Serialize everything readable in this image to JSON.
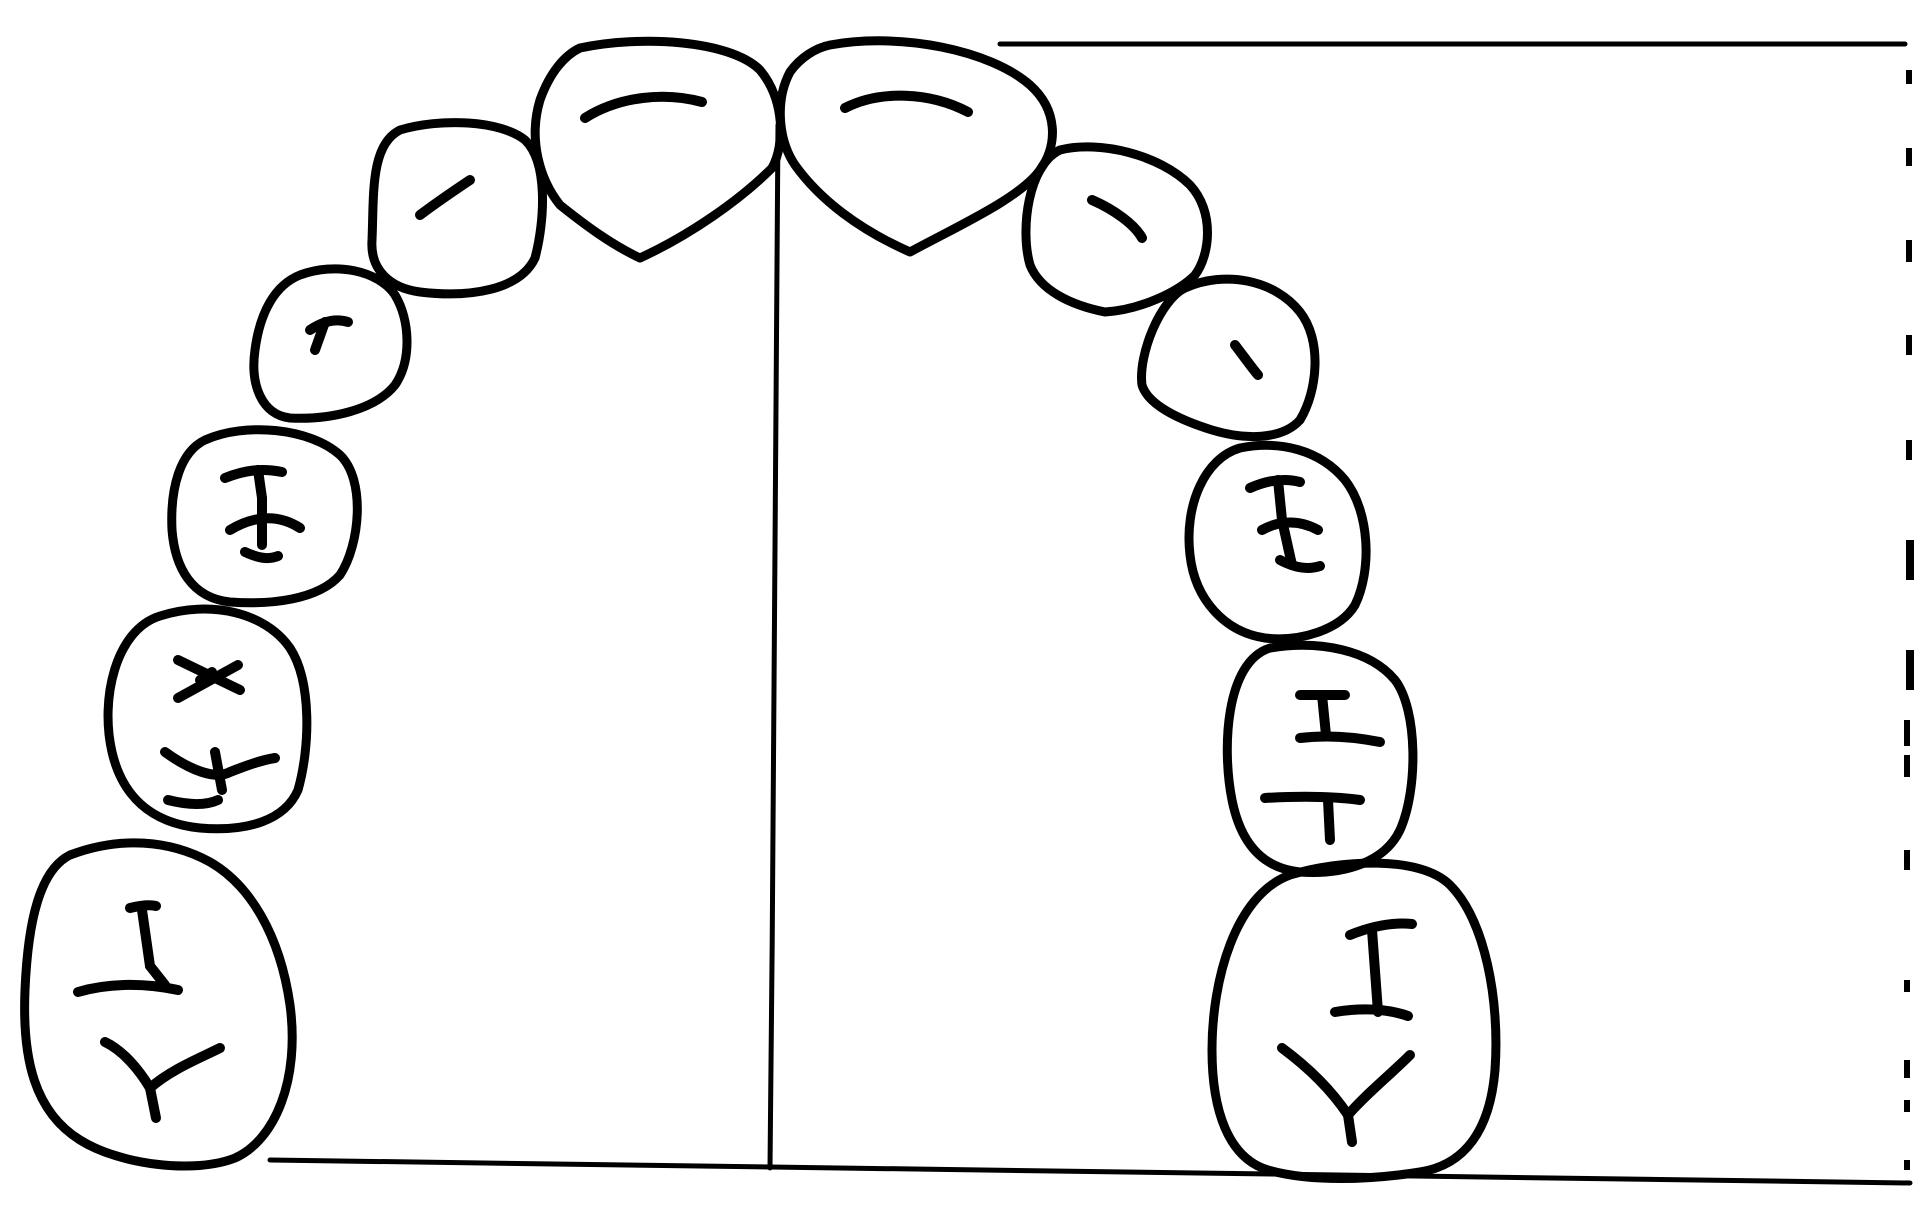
{
  "figure": {
    "kind": "dental arch outline drawing",
    "ink_color": "#000000",
    "background_color": "#ffffff",
    "teeth_left": [
      "central-incisor",
      "lateral-incisor",
      "canine",
      "first-premolar",
      "second-premolar",
      "first-molar"
    ],
    "teeth_right": [
      "central-incisor",
      "lateral-incisor",
      "canine",
      "first-premolar",
      "second-premolar",
      "first-molar"
    ]
  }
}
